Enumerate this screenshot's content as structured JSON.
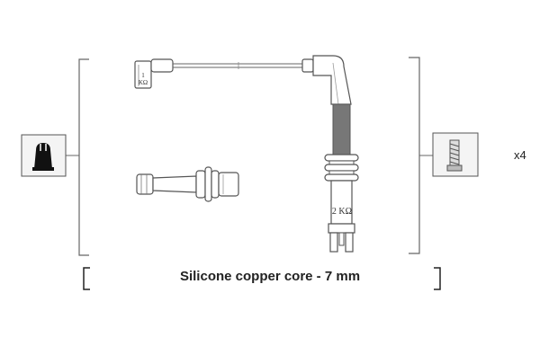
{
  "diagram": {
    "caption": "Silicone copper core - 7 mm",
    "quantity": "x4",
    "resistor_small": "1\nKΩ",
    "resistor_large": "2 KΩ",
    "colors": {
      "line": "#555555",
      "dark": "#111111",
      "cable_band": "#777777",
      "background": "#ffffff"
    }
  }
}
